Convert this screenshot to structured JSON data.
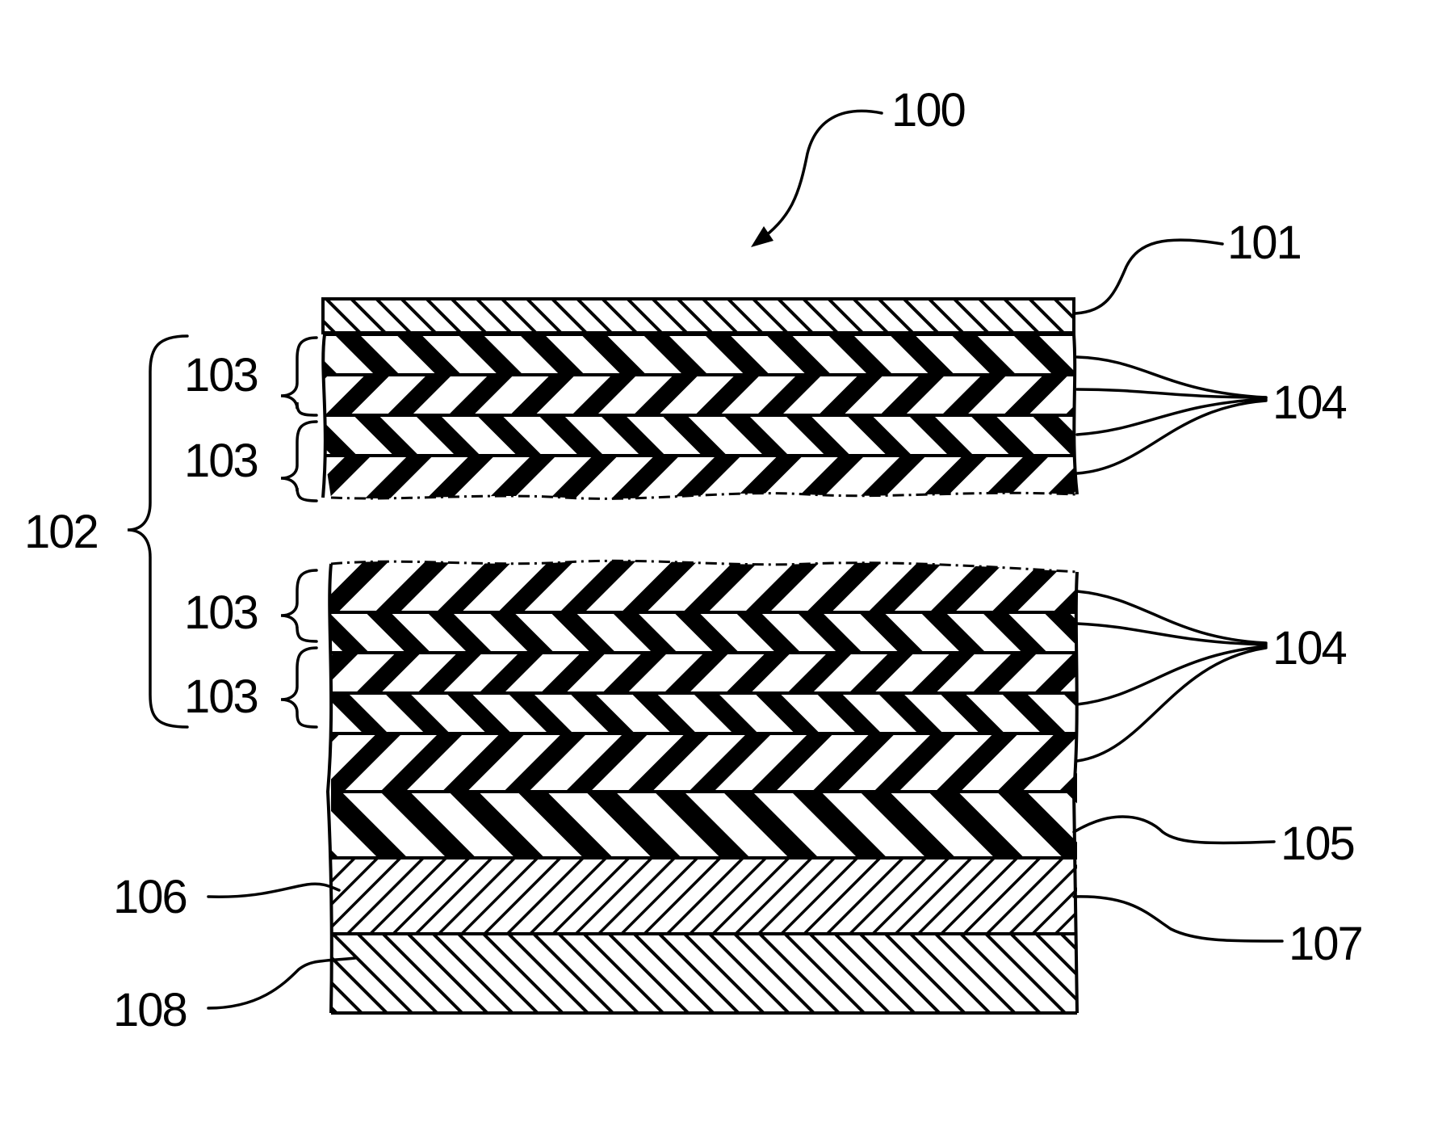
{
  "figure": {
    "labels": {
      "assembly": "100",
      "top_layer": "101",
      "stack": "102",
      "unit_1": "103",
      "unit_2": "103",
      "unit_3": "103",
      "unit_4": "103",
      "sublayers_upper": "104",
      "sublayers_lower": "104",
      "layer_105": "105",
      "layer_106": "106",
      "layer_107": "107",
      "layer_108": "108"
    }
  }
}
